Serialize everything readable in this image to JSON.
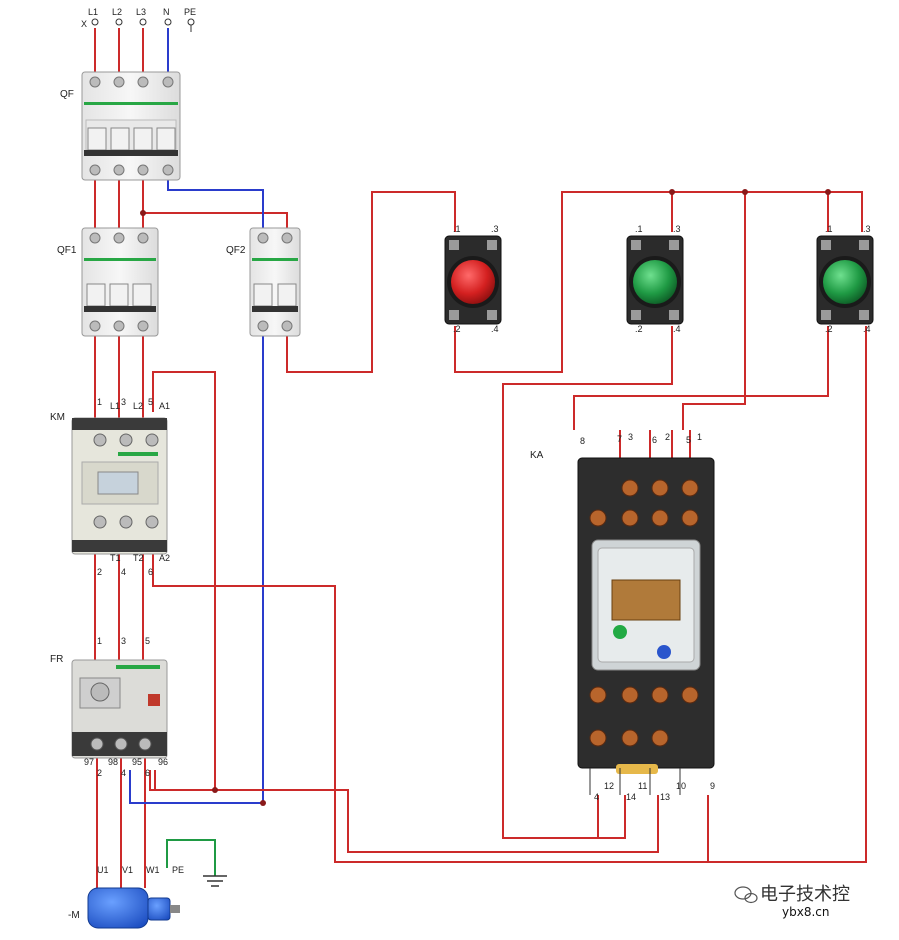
{
  "supply": {
    "l1": "L1",
    "l2": "L2",
    "l3": "L3",
    "n": "N",
    "pe": "PE",
    "x_mark": "X"
  },
  "devices": {
    "qf": "QF",
    "qf1": "QF1",
    "qf2": "QF2",
    "km": "KM",
    "fr": "FR",
    "ka": "KA",
    "motor": "-M"
  },
  "km_terminals": {
    "top": [
      "1",
      "L1",
      "3",
      "L2",
      "5",
      "A1"
    ],
    "bottom": [
      "2",
      "T1",
      "4",
      "T2",
      "6",
      "A2"
    ]
  },
  "fr_terminals": {
    "top": [
      "1",
      "3",
      "5"
    ],
    "bottom": [
      "97",
      "2",
      "98",
      "4",
      "95",
      "6",
      "96"
    ]
  },
  "button_terminals": {
    "top_left": ".1",
    "top_right": ".3",
    "bottom_left": ".2",
    "bottom_right": ".4"
  },
  "buttons": [
    {
      "color": "#d42020"
    },
    {
      "color": "#1f9a44"
    },
    {
      "color": "#1f9a44"
    }
  ],
  "ka_terminals": {
    "top": [
      "8",
      "7",
      "3",
      "6",
      "2",
      "5",
      "1"
    ],
    "bottom": [
      "4",
      "12",
      "14",
      "11",
      "13",
      "10",
      "9"
    ]
  },
  "motor_terminals": [
    "U1",
    "V1",
    "W1",
    "PE"
  ],
  "watermark": {
    "brand": "电子技术控",
    "site": "ybx8.cn"
  },
  "wire_colors": {
    "phase": "#cc2a2a",
    "neutral": "#2a3ccc",
    "earth": "#1f9a44"
  }
}
